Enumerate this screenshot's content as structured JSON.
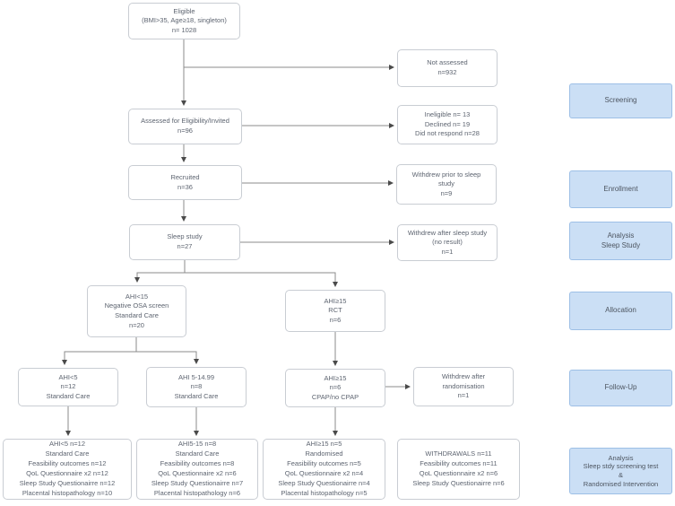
{
  "colors": {
    "node_fill": "#ffffff",
    "node_border": "#c9cdd3",
    "node_text": "#5d6470",
    "stage_fill": "#cbdff5",
    "stage_border": "#9dbfe6",
    "connector": "#8b8b8b",
    "arrowhead": "#4a4a4a"
  },
  "flowchart": {
    "nodes": {
      "eligible": [
        "Eligible",
        "(BMI>35, Age≥18, singleton)",
        "n= 1028"
      ],
      "not_assessed": [
        "Not assessed",
        "n=932"
      ],
      "ineligible": [
        "Ineligible n= 13",
        "Declined n= 19",
        "Did not respond n=28"
      ],
      "assessed": [
        "Assessed for Eligibility/Invited",
        "n=96"
      ],
      "recruited": [
        "Recruited",
        "n=36"
      ],
      "withdrew_prior_sleep": [
        "Withdrew prior to sleep",
        "study",
        "n=9"
      ],
      "sleep_study": [
        "Sleep study",
        "n=27"
      ],
      "withdrew_after_sleep": [
        "Withdrew after sleep study",
        "(no result)",
        "n=1"
      ],
      "ahi_lt15": [
        "AHI<15",
        "Negative OSA screen",
        "Standard Care",
        "n=20"
      ],
      "ahi_ge15_rct": [
        "AHI≥15",
        "RCT",
        "n=6"
      ],
      "ahi_lt5": [
        "AHI<5",
        "n=12",
        "Standard Care"
      ],
      "ahi_5_14_99": [
        "AHI 5-14.99",
        "n=8",
        "Standard Care"
      ],
      "ahi_ge15_cpap": [
        "AHI≥15",
        "n=6",
        "CPAP/no CPAP"
      ],
      "withdrew_after_randomisation": [
        "Withdrew after",
        "randomisation",
        "n=1"
      ],
      "outcomes_ahi_lt5": [
        "AHI<5 n=12",
        "Standard Care",
        "Feasibility outcomes n=12",
        "QoL Questionnaire x2 n=12",
        "Sleep Study Questionairre n=12",
        "Placental histopathology n=10"
      ],
      "outcomes_ahi_5_15": [
        "AHI5-15 n=8",
        "Standard Care",
        "Feasibility outcomes n=8",
        "QoL Questionnaire x2 n=6",
        "Sleep Study Questionairre n=7",
        "Placental histopathology n=6"
      ],
      "outcomes_ahi_ge15": [
        "AHI≥15  n=5",
        "Randomised",
        "Feasibility outcomes n=5",
        "QoL Questionnaire x2 n=4",
        "Sleep Study Questionairre n=4",
        "Placental histopathology n=5"
      ],
      "withdrawals": [
        "WITHDRAWALS n=11",
        "Feasibility outcomes n=11",
        "QoL Questionnaire x2 n=6",
        "Sleep Study Questionairre n=6"
      ]
    },
    "stages": {
      "screening": [
        "Screening"
      ],
      "enrollment": [
        "Enrollment"
      ],
      "analysis_sleep_study": [
        "Analysis",
        "Sleep Study"
      ],
      "allocation": [
        "Allocation"
      ],
      "follow_up": [
        "Follow-Up"
      ],
      "analysis_final": [
        "Analysis",
        "Sleep stdy screening test",
        "&",
        "Randomised Intervention"
      ]
    }
  }
}
